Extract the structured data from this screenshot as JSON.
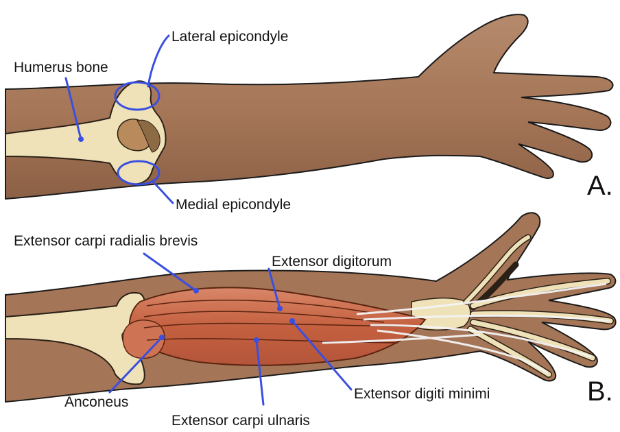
{
  "panel_a": {
    "letter": "A.",
    "labels": {
      "humerus": "Humerus bone",
      "lateral": "Lateral epicondyle",
      "medial": "Medial epicondyle"
    }
  },
  "panel_b": {
    "letter": "B.",
    "labels": {
      "ecrb": "Extensor carpi radialis brevis",
      "digitorum": "Extensor digitorum",
      "anconeus": "Anconeus",
      "digiti_minimi": "Extensor digiti minimi",
      "ecu": "Extensor carpi ulnaris"
    }
  },
  "colors": {
    "skin": "#a87a5c",
    "skin_shadow": "#8a5f45",
    "bone": "#efe2b8",
    "muscle": "#c9694a",
    "leader": "#3a4fe0"
  }
}
